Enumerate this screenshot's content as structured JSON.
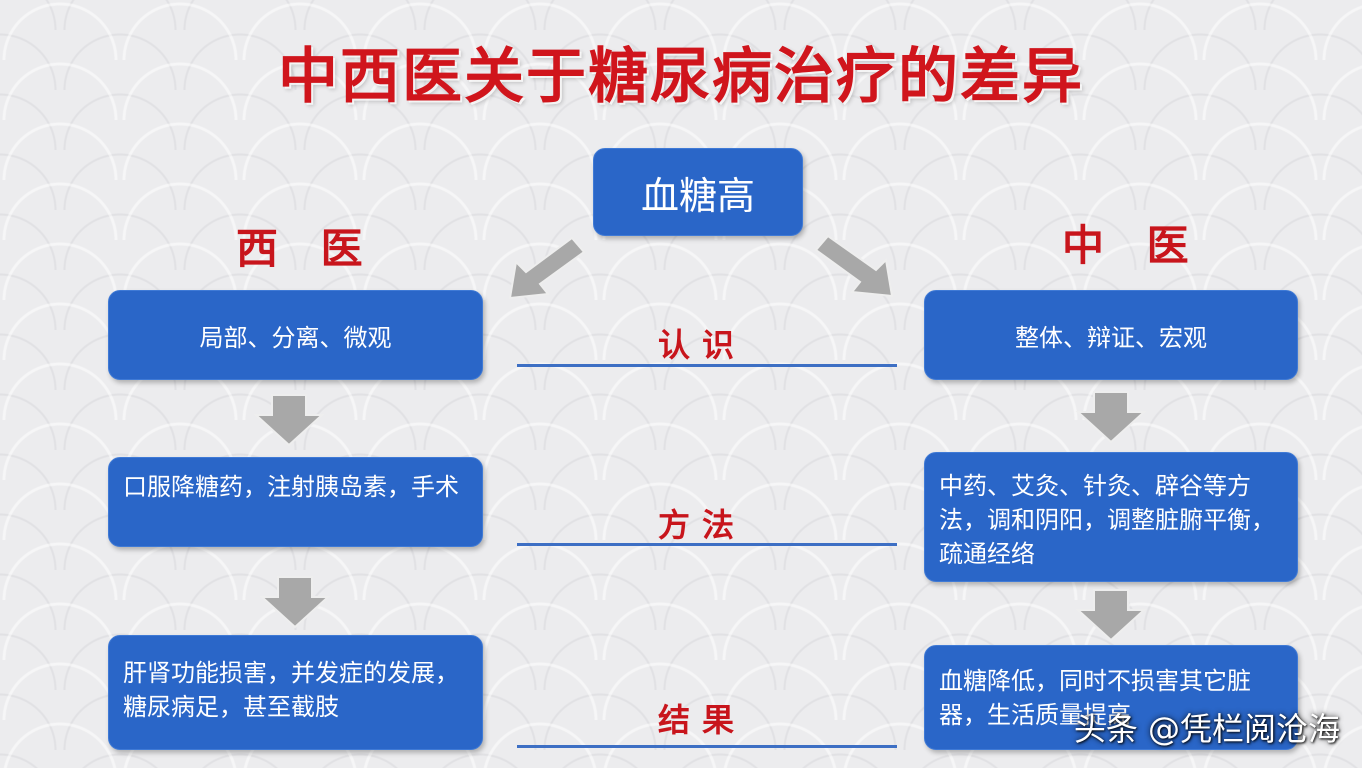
{
  "title": "中西医关于糖尿病治疗的差异",
  "center": "血糖高",
  "western": {
    "heading": "西 医",
    "understanding": "局部、分离、微观",
    "method": "口服降糖药，注射胰岛素，手术",
    "result": "肝肾功能损害，并发症的发展，糖尿病足，甚至截肢"
  },
  "chinese": {
    "heading": "中 医",
    "understanding": "整体、辩证、宏观",
    "method": "中药、艾灸、针灸、辟谷等方法，调和阴阳，调整脏腑平衡，疏通经络",
    "result": "血糖降低，同时不损害其它脏器，生活质量提高"
  },
  "labels": {
    "understanding": "认识",
    "method": "方法",
    "result": "结果"
  },
  "watermark": "头条 @凭栏阅沧海",
  "colors": {
    "box": "#2a66c8",
    "red": "#d0151c",
    "arrow": "#a8a8a8"
  }
}
